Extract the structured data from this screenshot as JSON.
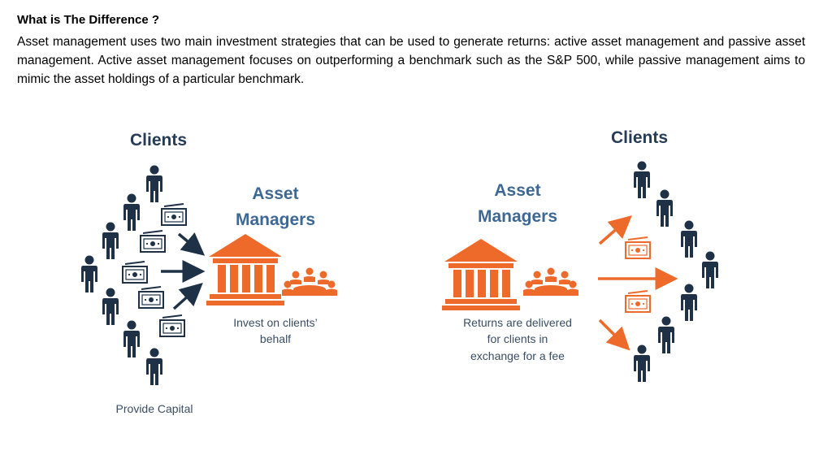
{
  "heading": "What is The Difference ?",
  "paragraph": "Asset management uses two main investment strategies that can be used to generate returns: active asset management and passive asset management. Active asset management focuses on outperforming a benchmark such as the S&P 500, while passive management aims to mimic the asset holdings of a particular benchmark.",
  "left": {
    "clients_title": "Clients",
    "managers_line1": "Asset",
    "managers_line2": "Managers",
    "caption_line1": "Invest on clients’",
    "caption_line2": "behalf",
    "bottom_label": "Provide Capital"
  },
  "right": {
    "clients_title": "Clients",
    "managers_line1": "Asset",
    "managers_line2": "Managers",
    "caption_line1": "Returns are delivered",
    "caption_line2": "for clients in",
    "caption_line3": "exchange for a fee"
  },
  "colors": {
    "navy": "#1f3147",
    "orange": "#ee6a2b",
    "label_blue": "#3d6894"
  },
  "icons": [
    "person-icon",
    "money-icon",
    "bank-icon",
    "meeting-icon",
    "arrow-icon"
  ]
}
